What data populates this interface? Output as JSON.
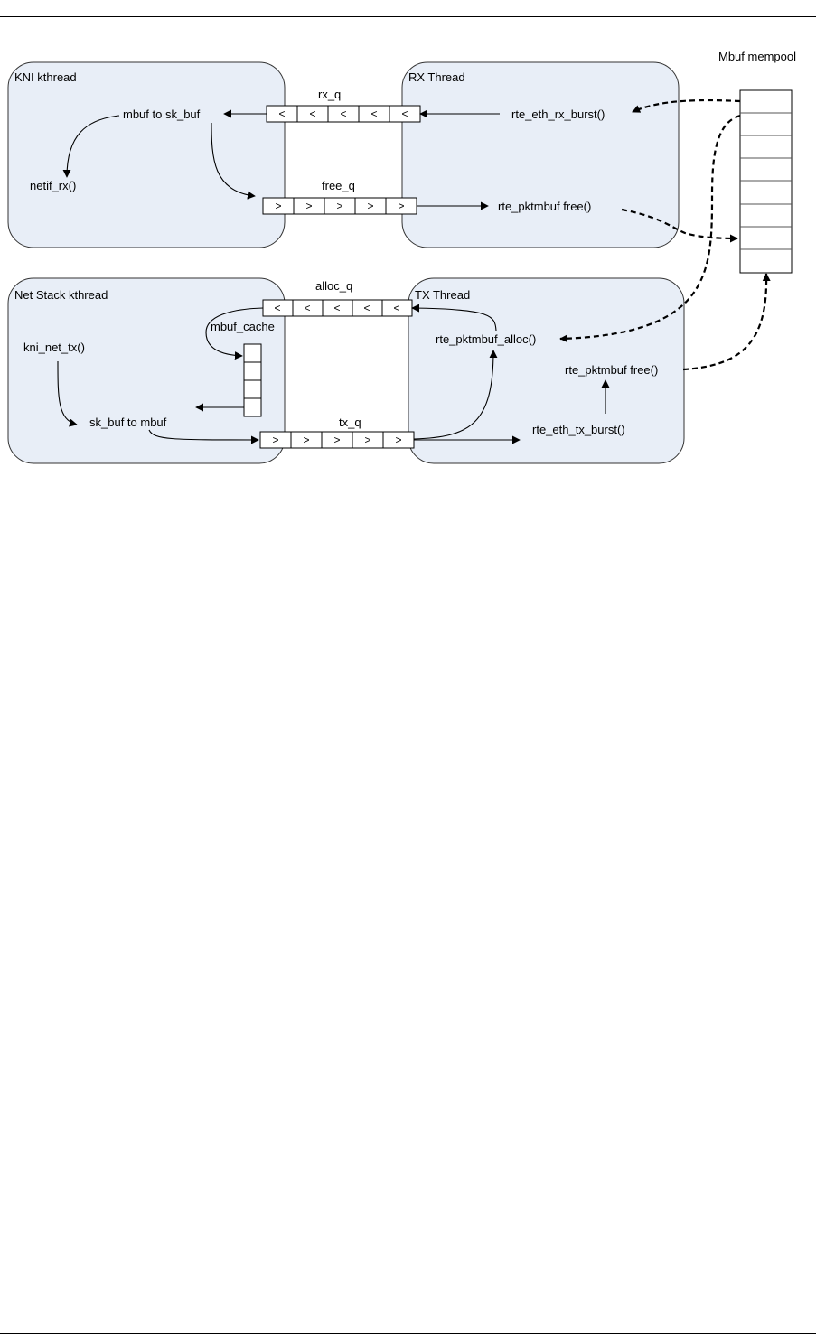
{
  "regions": {
    "kni_kthread": "KNI kthread",
    "rx_thread": "RX Thread",
    "net_stack_kthread": "Net Stack kthread",
    "tx_thread": "TX Thread"
  },
  "mempool": {
    "title": "Mbuf mempool"
  },
  "queues": {
    "rx_q": {
      "label": "rx_q",
      "cells": [
        "<",
        "<",
        "<",
        "<",
        "<"
      ]
    },
    "free_q": {
      "label": "free_q",
      "cells": [
        ">",
        ">",
        ">",
        ">",
        ">"
      ]
    },
    "alloc_q": {
      "label": "alloc_q",
      "cells": [
        "<",
        "<",
        "<",
        "<",
        "<"
      ]
    },
    "tx_q": {
      "label": "tx_q",
      "cells": [
        ">",
        ">",
        ">",
        ">",
        ">"
      ]
    }
  },
  "labels": {
    "mbuf_to_sk_buf": "mbuf to sk_buf",
    "netif_rx": "netif_rx()",
    "rte_eth_rx_burst": "rte_eth_rx_burst()",
    "rte_pktmbuf_free_rx": "rte_pktmbuf free()",
    "mbuf_cache": "mbuf_cache",
    "kni_net_tx": "kni_net_tx()",
    "sk_buf_to_mbuf": "sk_buf to mbuf",
    "rte_pktmbuf_alloc": "rte_pktmbuf_alloc()",
    "rte_pktmbuf_free_tx": "rte_pktmbuf free()",
    "rte_eth_tx_burst": "rte_eth_tx_burst()"
  }
}
